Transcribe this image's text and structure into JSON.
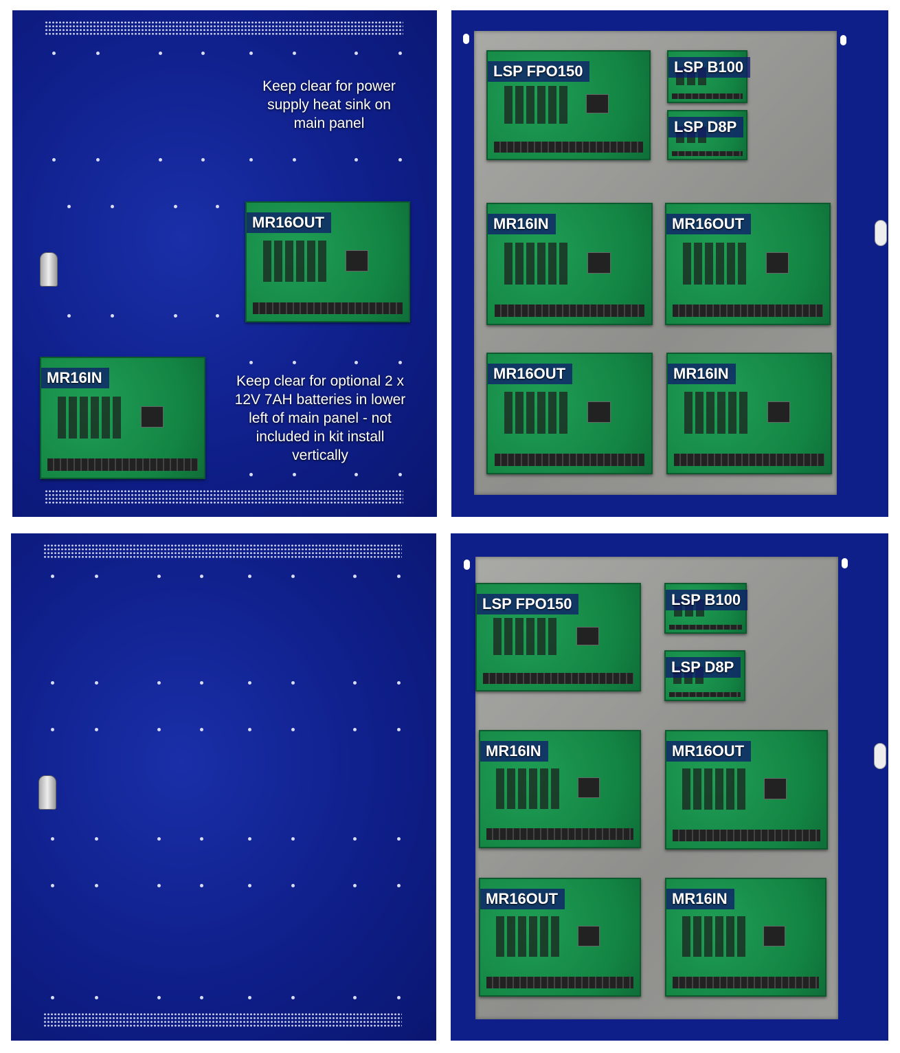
{
  "colors": {
    "enclosure": "#0f1f8a",
    "board": "#138443",
    "backplate": "#9a9a97",
    "label_bg": "#0f196e"
  },
  "top": {
    "door_notes": [
      "Keep clear for power supply heat sink on main panel",
      "Keep clear for optional 2 x 12V 7AH batteries in lower left of main panel - not included in kit install vertically"
    ],
    "door_boards": [
      "MR16OUT",
      "MR16IN"
    ],
    "panel_boards": [
      "LSP FPO150",
      "LSP B100",
      "LSP D8P",
      "MR16IN",
      "MR16OUT",
      "MR16OUT",
      "MR16IN"
    ]
  },
  "bottom": {
    "panel_boards": [
      "LSP FPO150",
      "LSP B100",
      "LSP D8P",
      "MR16IN",
      "MR16OUT",
      "MR16OUT",
      "MR16IN"
    ]
  }
}
